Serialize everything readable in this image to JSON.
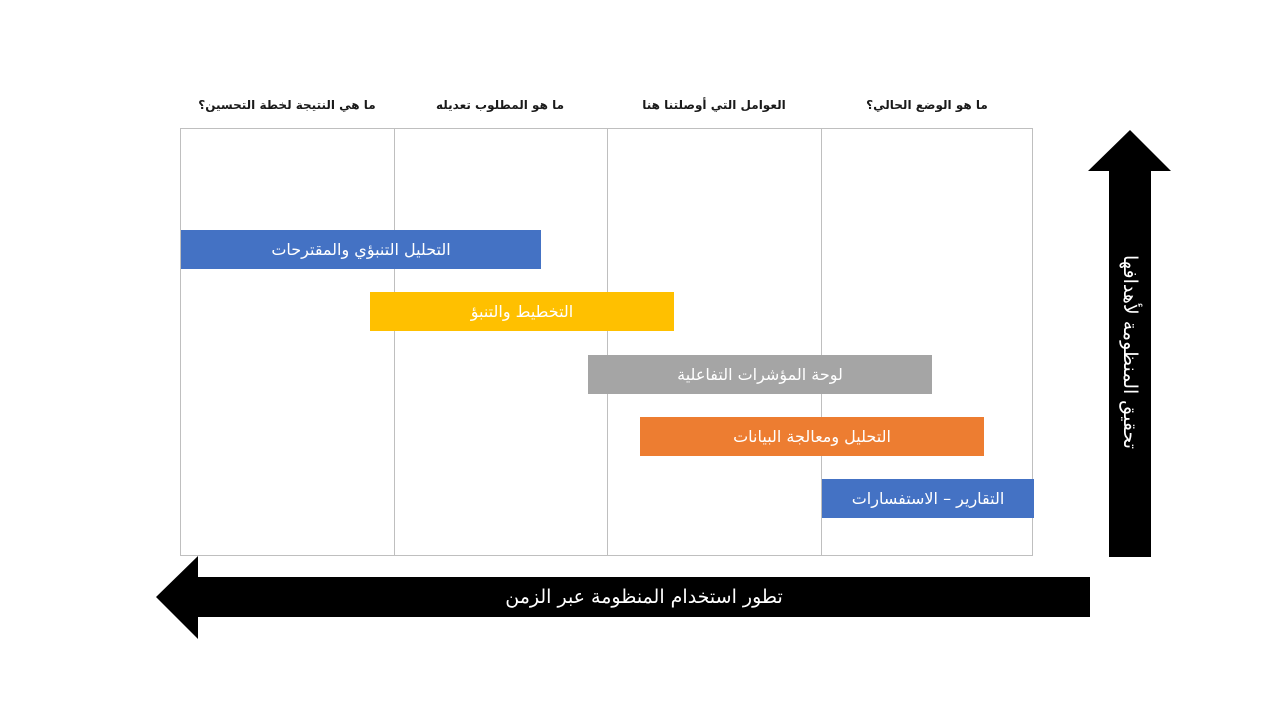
{
  "columns": [
    "ما هو الوضع الحالي؟",
    "العوامل التي أوصلتنا هنا",
    "ما هو المطلوب تعديله",
    "ما هي النتيجة لخطة التحسين؟"
  ],
  "bars": [
    {
      "label": "التحليل التنبؤي والمقترحات",
      "color": "#4472c4"
    },
    {
      "label": "التخطيط والتنبؤ",
      "color": "#ffc000"
    },
    {
      "label": "لوحة المؤشرات التفاعلية",
      "color": "#a5a5a5"
    },
    {
      "label": "التحليل ومعالجة البيانات",
      "color": "#ed7d31"
    },
    {
      "label": "التقارير – الاستفسارات",
      "color": "#4472c4"
    }
  ],
  "axes": {
    "horizontal_label": "تطور استخدام المنظومة عبر الزمن",
    "vertical_label": "تحقيق المنظومة لأهدافها",
    "arrow_color": "#000000"
  }
}
